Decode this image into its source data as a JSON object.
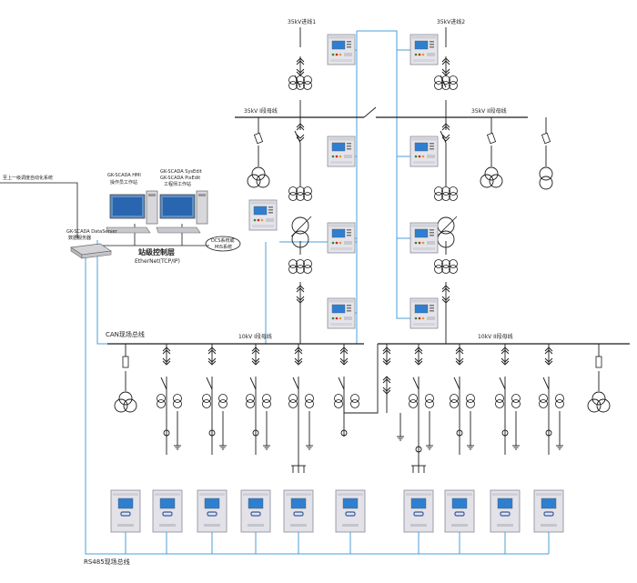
{
  "incoming": {
    "line1": "35kV进线1",
    "line2": "35kV进线2"
  },
  "busbars": {
    "hv_bus1": "35kV   I段母线",
    "hv_bus2": "35kV   II段母线",
    "lv_bus1": "10kV   I段母线",
    "lv_bus2": "10kV   II段母线"
  },
  "upstream_text": "至上一级调度自动化系统",
  "workstations": {
    "hmi_title": "GK-SCADA HMI",
    "hmi_sub": "操作员工作站",
    "sysedit_title": "GK-SCADA SysEdit",
    "pixedit_title": "GK-SCADA PixEdit",
    "sysedit_sub": "工程师工作站",
    "server_title": "GK-SCADA DataServer",
    "server_sub": "数据服务器"
  },
  "network": {
    "station_layer": "站级控制层",
    "ethernet": "EtherNet(TCP/IP)",
    "dcs_line1": "DCS系统或",
    "dcs_line2": "MIS系统",
    "can_bus": "CAN现场总线",
    "rs485_bus": "RS485现场总线"
  },
  "colors": {
    "line": "#1a1a1a",
    "comm": "#4a9fd8",
    "device_body": "#e6e6ea",
    "device_screen": "#2f7fd0"
  }
}
